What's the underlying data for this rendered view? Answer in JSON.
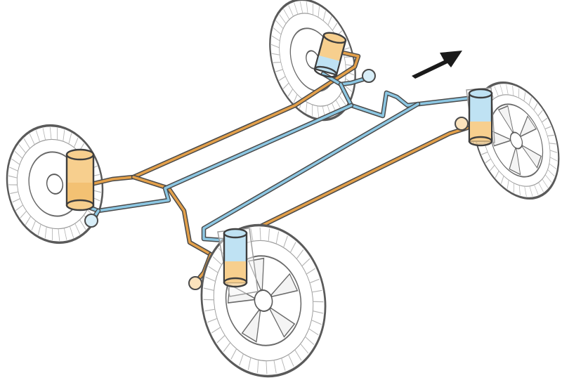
{
  "diagram": {
    "kind": "hydraulic interconnected suspension",
    "colors": {
      "circuit_a": "#e3a04a",
      "circuit_a_fluid": "#f7cf8e",
      "circuit_b": "#8cc7e3",
      "circuit_b_fluid": "#bfe2f3",
      "outline": "#4a4a4a",
      "arrow": "#1a1a1a"
    },
    "components": [
      {
        "name": "front-left-wheel",
        "icon": "wheel-icon"
      },
      {
        "name": "front-right-wheel",
        "icon": "wheel-icon"
      },
      {
        "name": "rear-left-wheel",
        "icon": "wheel-icon"
      },
      {
        "name": "rear-right-wheel",
        "icon": "wheel-icon"
      },
      {
        "name": "damper-cylinder",
        "count": 4
      },
      {
        "name": "accumulator-sphere",
        "count": 4
      },
      {
        "name": "orange-hydraulic-line"
      },
      {
        "name": "blue-hydraulic-line"
      },
      {
        "name": "direction-arrow",
        "icon": "arrow-icon"
      }
    ]
  }
}
